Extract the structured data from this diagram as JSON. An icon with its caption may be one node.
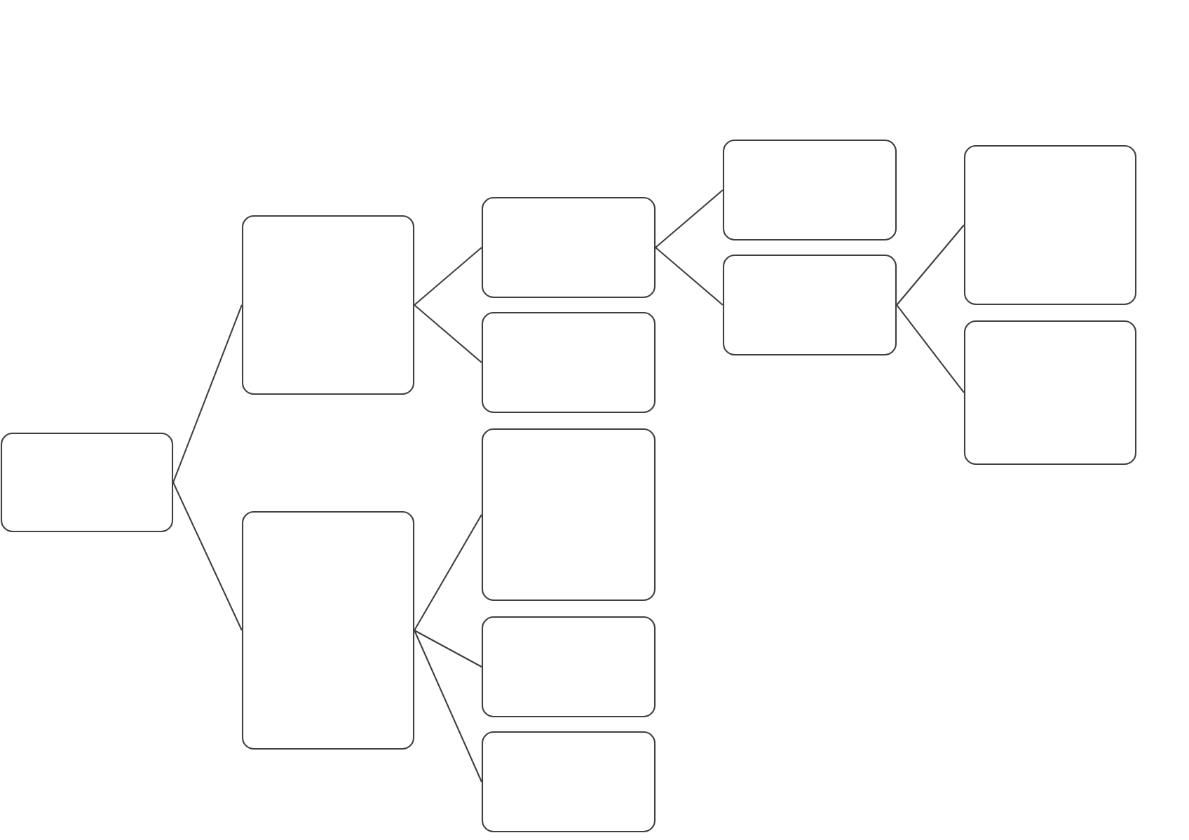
{
  "diagram": {
    "nodes": [
      {
        "text": [],
        "shape": "box"
      },
      {
        "text": [],
        "shape": "box"
      },
      {
        "text": [],
        "shape": "box"
      },
      {
        "text": [],
        "shape": "box"
      },
      {
        "text": [],
        "shape": "box"
      },
      {
        "text": [],
        "shape": "box"
      },
      {
        "text": [],
        "shape": "box"
      },
      {
        "text": [],
        "shape": "box"
      },
      {
        "text": [],
        "shape": "box"
      },
      {
        "text": [],
        "shape": "box"
      },
      {
        "text": [],
        "shape": "box"
      },
      {
        "text": [],
        "shape": "box"
      }
    ],
    "edges": [
      {
        "from": 0,
        "to": 1,
        "arrow": "none"
      },
      {
        "from": 0,
        "to": 2,
        "arrow": "none"
      },
      {
        "from": 1,
        "to": 3,
        "arrow": "none"
      },
      {
        "from": 1,
        "to": 4,
        "arrow": "none"
      },
      {
        "from": 2,
        "to": 5,
        "arrow": "none"
      },
      {
        "from": 2,
        "to": 6,
        "arrow": "none"
      },
      {
        "from": 2,
        "to": 7,
        "arrow": "none"
      },
      {
        "from": 3,
        "to": 8,
        "arrow": "none"
      },
      {
        "from": 3,
        "to": 9,
        "arrow": "none"
      },
      {
        "from": 9,
        "to": 10,
        "arrow": "none"
      },
      {
        "from": 9,
        "to": 11,
        "arrow": "none"
      }
    ]
  }
}
